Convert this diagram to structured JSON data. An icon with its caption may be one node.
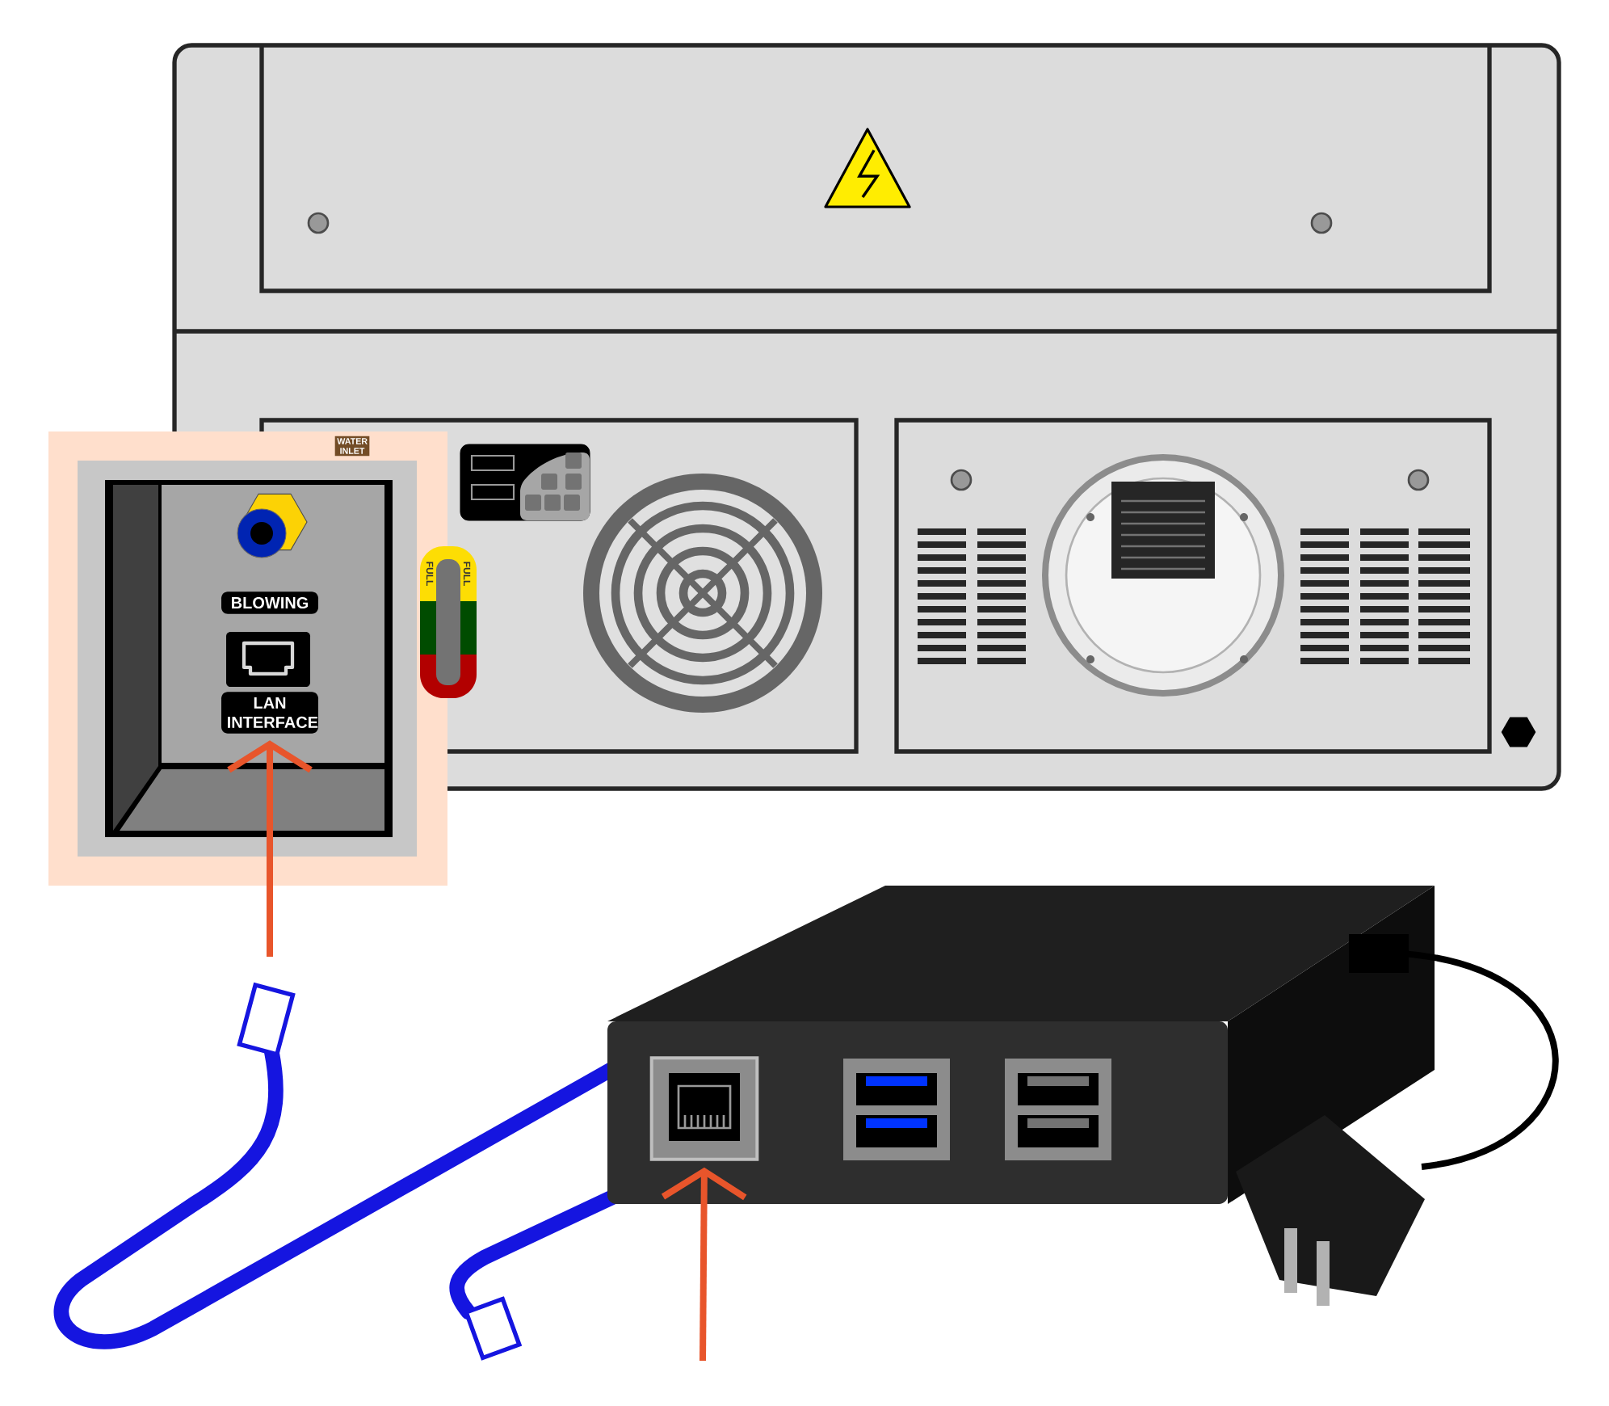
{
  "diagram": {
    "nodes": [
      {
        "text": [
          "BLOWING"
        ]
      },
      {
        "text": [
          "LAN INTERFACE"
        ]
      },
      {
        "text": [],
        "shape": "picture"
      }
    ],
    "edges": [
      {
        "from": null,
        "to": 1,
        "arrow": "to"
      },
      {
        "from": null,
        "to": 2,
        "arrow": "to"
      }
    ],
    "labels": [
      "WATER INLET",
      "FULL",
      "FULL"
    ]
  }
}
